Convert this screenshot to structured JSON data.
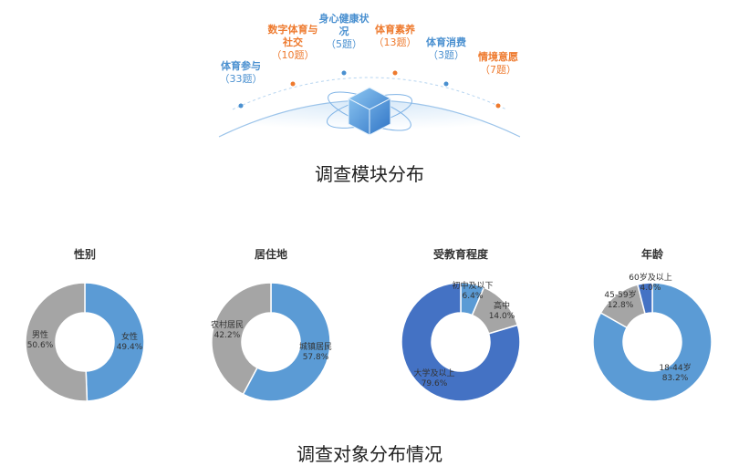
{
  "modules": {
    "title": "调查模块分布",
    "items": [
      {
        "name": "体育参与",
        "count": "（33题）",
        "color": "blue"
      },
      {
        "name": "数字体育与社交",
        "count": "（10题）",
        "color": "orange"
      },
      {
        "name": "身心健康状况",
        "count": "（5题）",
        "color": "blue"
      },
      {
        "name": "体育素养",
        "count": "（13题）",
        "color": "orange"
      },
      {
        "name": "体育消费",
        "count": "（3题）",
        "color": "blue"
      },
      {
        "name": "情境意愿",
        "count": "（7题）",
        "color": "orange"
      }
    ]
  },
  "objects": {
    "title": "调查对象分布情况"
  },
  "colors": {
    "blue": "#5b9bd5",
    "gray": "#a5a5a5",
    "dark_blue": "#4472c4",
    "accent_blue": "#4a90d0",
    "accent_orange": "#ee7a2e"
  },
  "chart_data": [
    {
      "type": "pie",
      "title": "性别",
      "slices": [
        {
          "label": "女性",
          "value": 49.4,
          "pct": "49.4%",
          "color": "#5b9bd5"
        },
        {
          "label": "男性",
          "value": 50.6,
          "pct": "50.6%",
          "color": "#a5a5a5"
        }
      ]
    },
    {
      "type": "pie",
      "title": "居住地",
      "slices": [
        {
          "label": "城镇居民",
          "value": 57.8,
          "pct": "57.8%",
          "color": "#5b9bd5"
        },
        {
          "label": "农村居民",
          "value": 42.2,
          "pct": "42.2%",
          "color": "#a5a5a5"
        }
      ]
    },
    {
      "type": "pie",
      "title": "受教育程度",
      "slices": [
        {
          "label": "初中及以下",
          "value": 6.4,
          "pct": "6.4%",
          "color": "#5b9bd5"
        },
        {
          "label": "高中",
          "value": 14.0,
          "pct": "14.0%",
          "color": "#a5a5a5"
        },
        {
          "label": "大学及以上",
          "value": 79.6,
          "pct": "79.6%",
          "color": "#4472c4"
        }
      ]
    },
    {
      "type": "pie",
      "title": "年龄",
      "slices": [
        {
          "label": "18-44岁",
          "value": 83.2,
          "pct": "83.2%",
          "color": "#5b9bd5"
        },
        {
          "label": "45-59岁",
          "value": 12.8,
          "pct": "12.8%",
          "color": "#a5a5a5"
        },
        {
          "label": "60岁及以上",
          "value": 4.0,
          "pct": "4.0%",
          "color": "#4472c4"
        }
      ]
    }
  ]
}
